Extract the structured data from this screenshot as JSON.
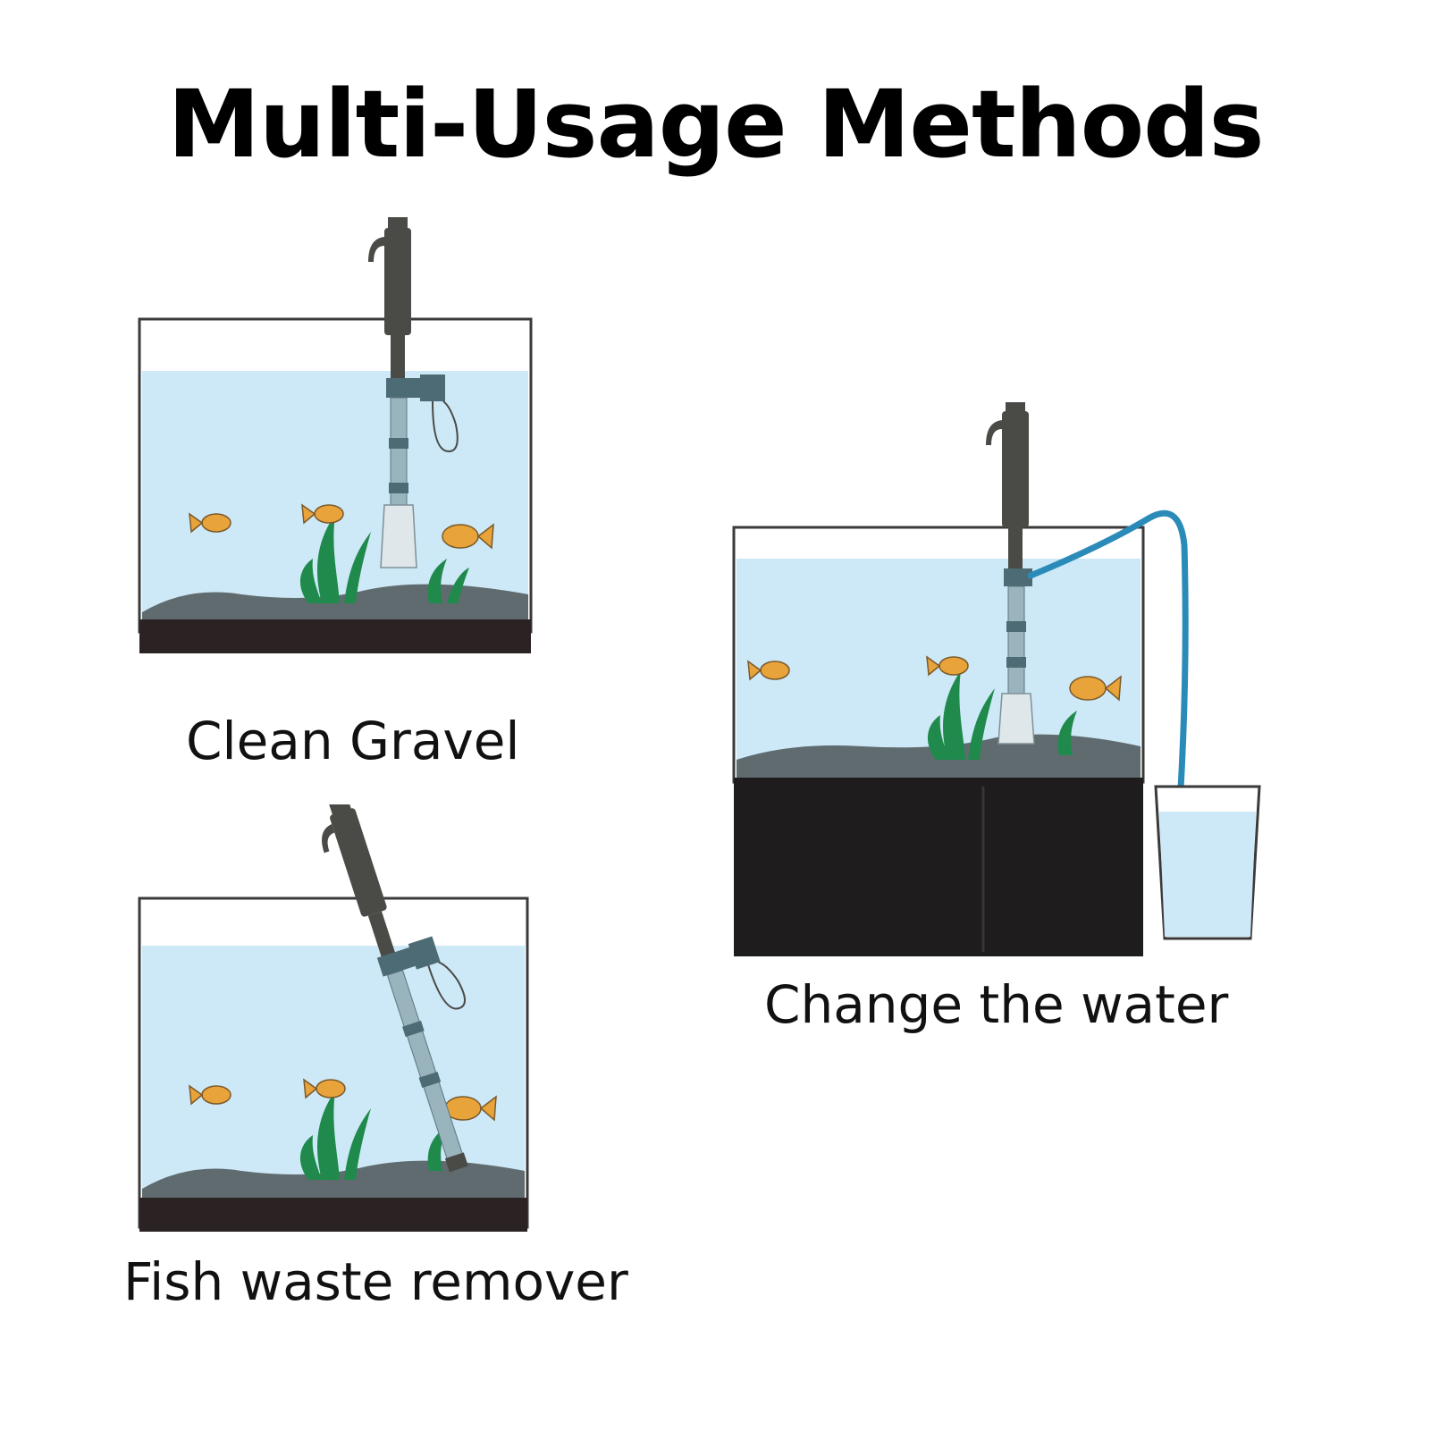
{
  "page": {
    "title": "Multi-Usage Methods"
  },
  "panels": [
    {
      "id": "clean-gravel",
      "caption": "Clean Gravel"
    },
    {
      "id": "fish-waste",
      "caption": "Fish waste remover"
    },
    {
      "id": "change-water",
      "caption": "Change the water"
    }
  ],
  "colors": {
    "water": "#cde8f6",
    "tank_stroke": "#3a3a3a",
    "base": "#2a2223",
    "gravel": "#5f6b6e",
    "plant": "#1f8a4c",
    "fish": "#e8a33a",
    "siphon": "#4a4a46",
    "tube": "#9ab4be",
    "hose": "#2b8bb8"
  },
  "icons": [
    "aquarium-tank",
    "gravel-vacuum-siphon",
    "goldfish",
    "aquatic-plant",
    "water-bucket"
  ]
}
